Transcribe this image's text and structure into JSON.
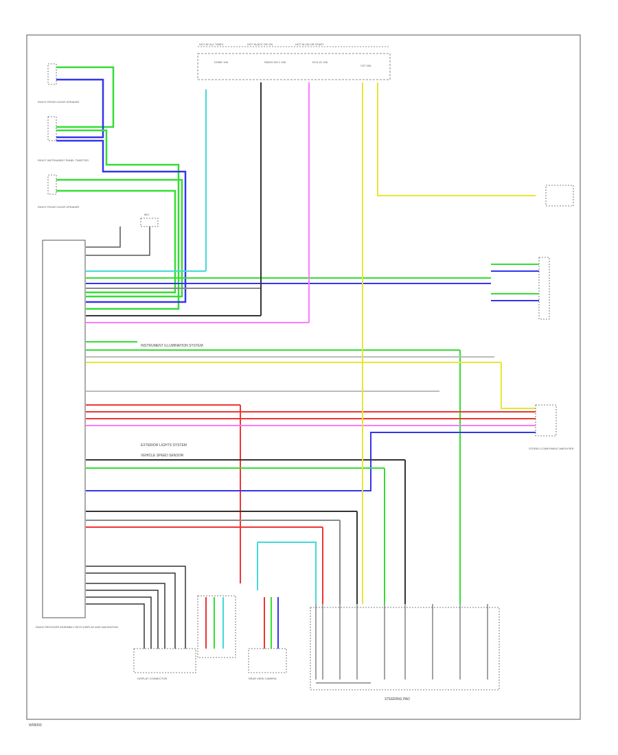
{
  "diagram": {
    "page_code": "W09000",
    "component_labels": {
      "front_door_speaker_right": "RIGHT FRONT DOOR SPEAKER",
      "front_tweeter_right": "RIGHT INSTRUMENT PANEL TWEETER",
      "front_door_speaker_left": "RIGHT FRONT DOOR SPEAKER",
      "radio_receiver": "RADIO RECEIVER ASSEMBLY WITH DISPLAY AND NAVIGATION",
      "steering_pad": "STEERING PAD",
      "display_connector": "DISPLAY CONNECTOR",
      "rear_camera": "REAR VIEW CAMERA",
      "stereo_amp": "STEREO COMPONENT AMPLIFIER",
      "mic": "MIC",
      "instrument_illumination": "INSTRUMENT ILLUMINATION SYSTEM",
      "exterior_lights": "EXTERIOR LIGHTS SYSTEM",
      "vehicle_speed": "VEHICLE SPEED SENSOR",
      "hot_at_all_times": "HOT AT ALL TIMES",
      "hot_in_acc_or_on": "HOT IN ACC OR ON",
      "hot_in_on_or_start": "HOT IN ON OR START",
      "dome_fuse": "DOME 10A",
      "radio_fuse": "RADIO NO.1 15A",
      "ecu_fuse": "ECU-IG 10A",
      "acc_fuse": "CIG 15A"
    },
    "wire_colors": {
      "LT_GRN": "#33dd33",
      "BLU": "#3333ee",
      "LT_BLU": "#44d8d8",
      "YEL": "#e6e633",
      "PNK": "#ff77ff",
      "RED": "#ee3333",
      "GRY": "#888888",
      "BLK": "#333333",
      "WHT": "#bbbbbb"
    }
  }
}
